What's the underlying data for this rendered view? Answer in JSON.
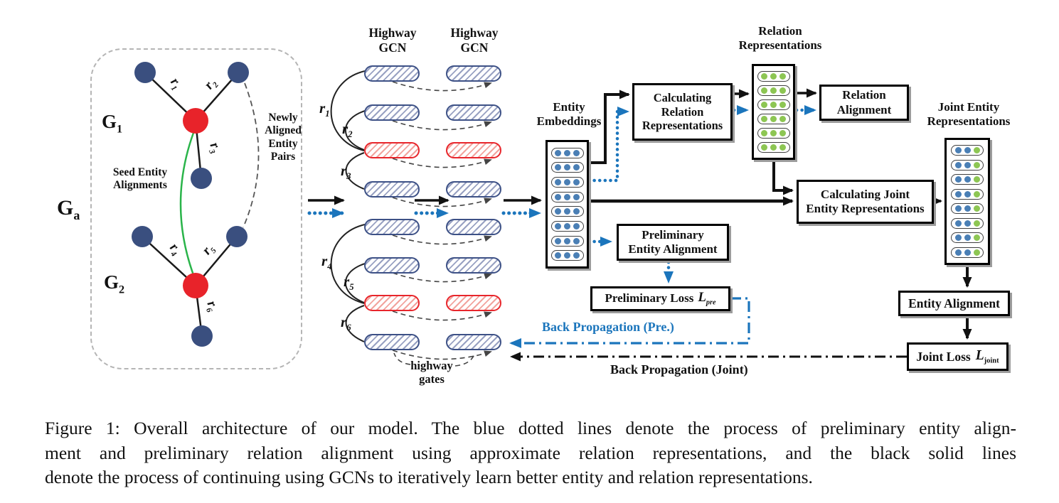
{
  "colors": {
    "accent_blue": "#1b75bc",
    "pill_navy": "#3d5186",
    "pill_navy_hatch": "#98a1c2",
    "pill_red": "#e8262c",
    "pill_red_hatch": "#f2a39d",
    "node_blue": "#3a4f7f",
    "node_red": "#e8232a",
    "seed_green": "#2ab44a",
    "dot_blue": "#4a7fb5",
    "dot_green": "#8dc653"
  },
  "graph_panel": {
    "group": {
      "main": "G",
      "sub": "a"
    },
    "g1": {
      "main": "G",
      "sub": "1"
    },
    "g2": {
      "main": "G",
      "sub": "2"
    },
    "seed_lines": [
      "Seed Entity",
      "Alignments"
    ],
    "newly_lines": [
      "Newly",
      "Aligned",
      "Entity",
      "Pairs"
    ],
    "edges": [
      {
        "main": "r",
        "sub": "1"
      },
      {
        "main": "r",
        "sub": "2"
      },
      {
        "main": "r",
        "sub": "3"
      },
      {
        "main": "r",
        "sub": "4"
      },
      {
        "main": "r",
        "sub": "5"
      },
      {
        "main": "r",
        "sub": "6"
      }
    ]
  },
  "gcn": {
    "layer1_title": [
      "Highway",
      "GCN"
    ],
    "layer2_title": [
      "Highway",
      "GCN"
    ],
    "relations": [
      {
        "main": "r",
        "sub": "1"
      },
      {
        "main": "r",
        "sub": "2"
      },
      {
        "main": "r",
        "sub": "3"
      },
      {
        "main": "r",
        "sub": "4"
      },
      {
        "main": "r",
        "sub": "5"
      },
      {
        "main": "r",
        "sub": "6"
      }
    ],
    "row_colors": [
      "blue",
      "blue",
      "red",
      "blue",
      "blue",
      "blue",
      "red",
      "blue"
    ],
    "gates_lines": [
      "highway",
      "gates"
    ]
  },
  "columns": {
    "entity": {
      "title_lines": [
        "Entity",
        "Embeddings"
      ],
      "rows": 8,
      "dot_colors": [
        "blue",
        "blue",
        "blue"
      ]
    },
    "relation": {
      "title_lines": [
        "Relation",
        "Representations"
      ],
      "rows": 6,
      "dot_colors": [
        "green",
        "green",
        "green"
      ]
    },
    "joint": {
      "title_lines": [
        "Joint Entity",
        "Representations"
      ],
      "rows": 8,
      "dot_colors": [
        "blue",
        "blue",
        "green"
      ]
    }
  },
  "boxes": {
    "calc_relation": [
      "Calculating",
      "Relation",
      "Representations"
    ],
    "relation_alignment": [
      "Relation",
      "Alignment"
    ],
    "calc_joint": [
      "Calculating Joint",
      "Entity Representations"
    ],
    "prelim_entity_alignment": [
      "Preliminary",
      "Entity Alignment"
    ],
    "prelim_loss": {
      "text": "Preliminary Loss",
      "sym": "L",
      "sub": "pre"
    },
    "entity_alignment": {
      "text": "Entity Alignment"
    },
    "joint_loss": {
      "text": "Joint Loss",
      "sym": "L",
      "sub": "joint"
    }
  },
  "backprop": {
    "pre": "Back Propagation (Pre.)",
    "joint": "Back Propagation (Joint)"
  },
  "caption_lines": [
    "Figure 1: Overall architecture of our model. The blue dotted lines denote the process of preliminary entity align-",
    "ment and preliminary relation alignment using approximate relation representations, and the black solid lines",
    "denote the process of continuing using GCNs to iteratively learn better entity and relation representations."
  ]
}
